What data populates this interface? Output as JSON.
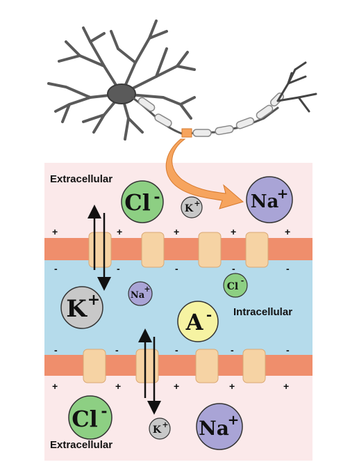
{
  "labels": {
    "extracellular_top": "Extracellular",
    "intracellular": "Intracellular",
    "extracellular_bottom": "Extracellular"
  },
  "ions": {
    "cl_top": {
      "text": "Cl",
      "sup": "-"
    },
    "k_top": {
      "text": "K",
      "sup": "+"
    },
    "na_top": {
      "text": "Na",
      "sup": "+"
    },
    "k_mid": {
      "text": "K",
      "sup": "+"
    },
    "na_mid": {
      "text": "Na",
      "sup": "+"
    },
    "a_mid": {
      "text": "A",
      "sup": "-"
    },
    "cl_mid": {
      "text": "Cl",
      "sup": "-"
    },
    "cl_bottom": {
      "text": "Cl",
      "sup": "-"
    },
    "k_bottom": {
      "text": "K",
      "sup": "+"
    },
    "na_bottom": {
      "text": "Na",
      "sup": "+"
    }
  },
  "signs": {
    "positive": "+",
    "negative": "-"
  },
  "colors": {
    "extracellular_bg": "#fbe9ea",
    "intracellular_bg": "#b5dbeb",
    "membrane": "#ef8e6c",
    "channel": "#f6d3a4",
    "cl_ion": "#8dcf83",
    "k_ion": "#c8c8c8",
    "na_ion": "#a9a4d6",
    "a_ion": "#f6f3a2",
    "arrow": "#f6a45e",
    "neuron": "#585858"
  }
}
